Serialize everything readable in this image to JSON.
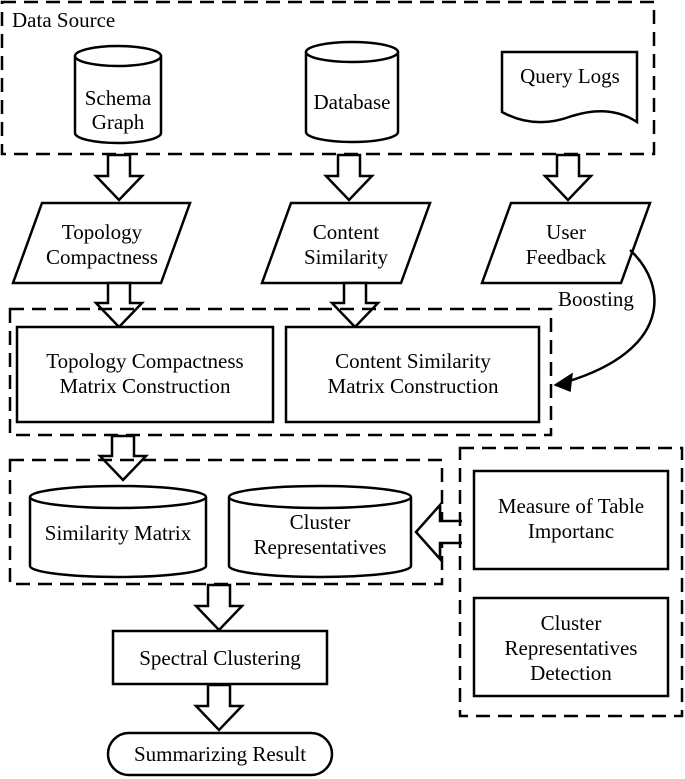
{
  "data_source": {
    "label": "Data Source"
  },
  "sources": {
    "schema_graph": [
      "Schema",
      "Graph"
    ],
    "database": [
      "Database"
    ],
    "query_logs": [
      "Query Logs"
    ]
  },
  "measures": {
    "topology": [
      "Topology",
      "Compactness"
    ],
    "content": [
      "Content",
      "Similarity"
    ],
    "feedback": [
      "User",
      "Feedback"
    ]
  },
  "boosting": "Boosting",
  "matrix_construction": {
    "topology": [
      "Topology Compactness",
      "Matrix Construction"
    ],
    "content": [
      "Content Similarity",
      "Matrix Construction"
    ]
  },
  "storage": {
    "similarity_matrix": [
      "Similarity Matrix"
    ],
    "cluster_representatives": [
      "Cluster",
      "Representatives"
    ]
  },
  "side_panel": {
    "table_importance": [
      "Measure of Table",
      "Importanc"
    ],
    "representatives_detection": [
      "Cluster",
      "Representatives",
      "Detection"
    ]
  },
  "spectral_clustering": "Spectral Clustering",
  "result": "Summarizing Result"
}
